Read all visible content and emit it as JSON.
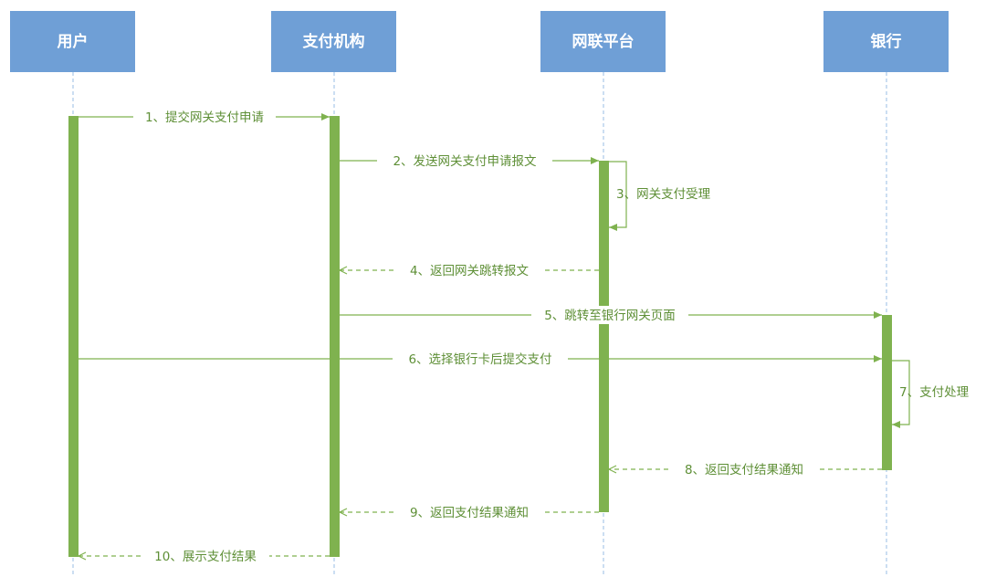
{
  "actors": [
    {
      "id": "user",
      "label": "用户"
    },
    {
      "id": "payment",
      "label": "支付机构"
    },
    {
      "id": "unionpay",
      "label": "网联平台"
    },
    {
      "id": "bank",
      "label": "银行"
    }
  ],
  "messages": [
    {
      "label": "1、提交网关支付申请",
      "from": "user",
      "to": "payment",
      "style": "solid"
    },
    {
      "label": "2、发送网关支付申请报文",
      "from": "payment",
      "to": "unionpay",
      "style": "solid"
    },
    {
      "label": "3、网关支付受理",
      "from": "unionpay",
      "to": "unionpay",
      "style": "self"
    },
    {
      "label": "4、返回网关跳转报文",
      "from": "unionpay",
      "to": "payment",
      "style": "dashed"
    },
    {
      "label": "5、跳转至银行网关页面",
      "from": "payment",
      "to": "bank",
      "style": "solid"
    },
    {
      "label": "6、选择银行卡后提交支付",
      "from": "user",
      "to": "bank",
      "style": "solid"
    },
    {
      "label": "7、支付处理",
      "from": "bank",
      "to": "bank",
      "style": "self"
    },
    {
      "label": "8、返回支付结果通知",
      "from": "bank",
      "to": "unionpay",
      "style": "dashed"
    },
    {
      "label": "9、返回支付结果通知",
      "from": "unionpay",
      "to": "payment",
      "style": "dashed"
    },
    {
      "label": "10、展示支付结果",
      "from": "payment",
      "to": "user",
      "style": "dashed"
    }
  ],
  "colors": {
    "actor_fill": "#6f9fd6",
    "activation": "#7fb24f",
    "message_text": "#5e8f36",
    "lifeline": "#a9c7e8"
  }
}
